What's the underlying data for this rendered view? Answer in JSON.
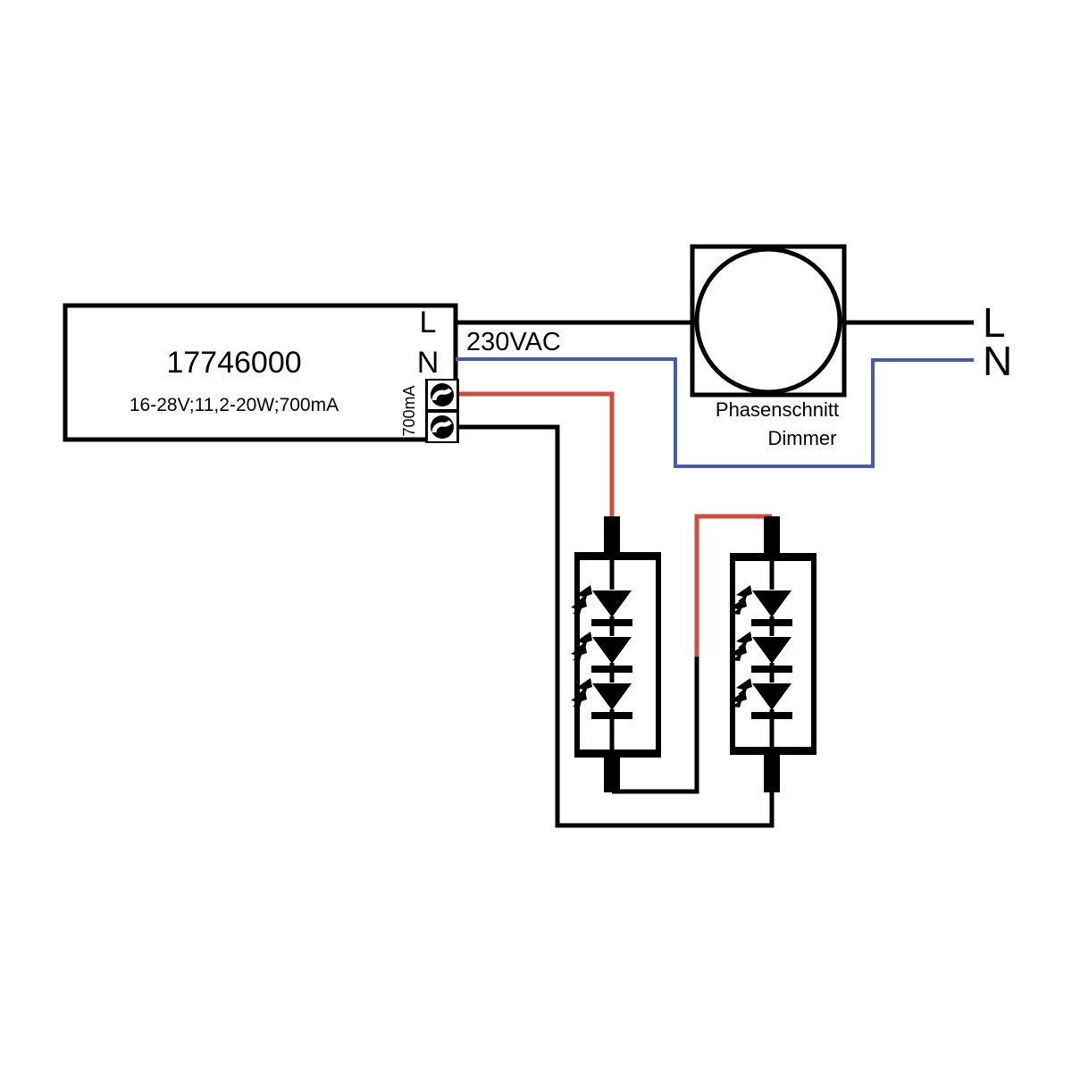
{
  "diagram": {
    "title": "LED driver dimming wiring diagram",
    "colors": {
      "wire_line": "#000000",
      "wire_neutral": "#4a5ba8",
      "wire_led_plus": "#d24b3c",
      "outline": "#000000",
      "background": "#ffffff"
    }
  },
  "driver": {
    "product_code": "17746000",
    "specs": "16-28V;11,2-20W;700mA",
    "terminal_l_label": "L",
    "terminal_n_label": "N",
    "output_current_label": "700mA"
  },
  "mains": {
    "voltage_label": "230VAC",
    "supply_line_label": "L",
    "supply_neutral_label": "N"
  },
  "dimmer": {
    "name_line1": "Phasenschnitt",
    "name_line2": "Dimmer"
  },
  "led_modules": [
    {
      "id": "led-module-1",
      "led_count": 3
    },
    {
      "id": "led-module-2",
      "led_count": 3
    }
  ]
}
